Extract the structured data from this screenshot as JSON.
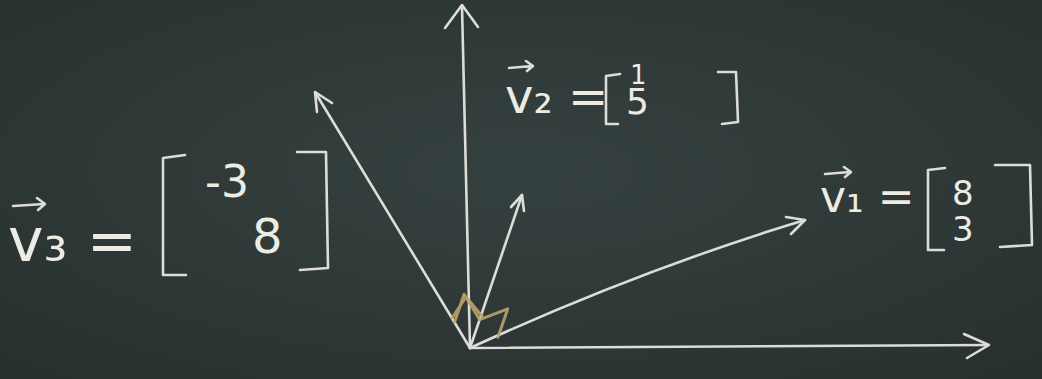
{
  "diagram": {
    "labels": [
      "v₂ =",
      "1",
      "5",
      "v₃ =",
      "-3",
      "8",
      "v₁ =",
      "8",
      "3"
    ]
  }
}
